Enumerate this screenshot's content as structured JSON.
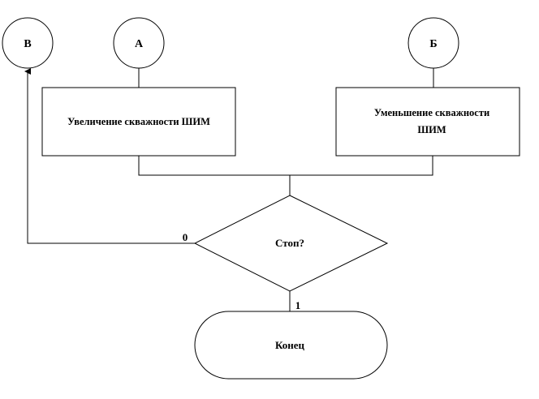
{
  "diagram": {
    "type": "flowchart",
    "connectors": {
      "v": "В",
      "a": "А",
      "b": "Б"
    },
    "process_increase": {
      "line1": "Увеличение скважности ШИМ"
    },
    "process_decrease": {
      "line1": "Уменьшение скважности",
      "line2": "ШИМ"
    },
    "decision": {
      "label": "Стоп?",
      "no_label": "0",
      "yes_label": "1"
    },
    "terminal": {
      "label": "Конец"
    },
    "colors": {
      "stroke": "#000000",
      "fill": "#ffffff"
    }
  }
}
